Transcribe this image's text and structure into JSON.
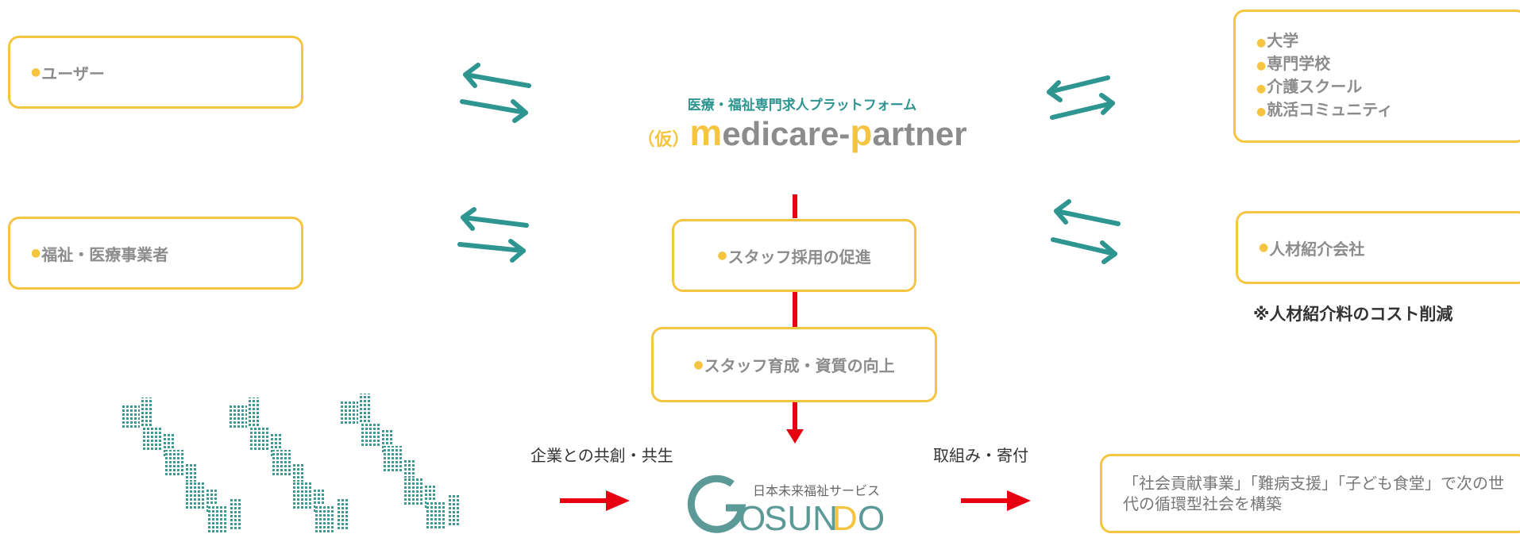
{
  "left_boxes": {
    "user": "ユーザー",
    "welfare": "福祉・医療事業者"
  },
  "center": {
    "subtitle": "医療・福祉専門求人プラットフォーム",
    "prefix": "（仮）",
    "brand_m": "m",
    "brand_mid": "edicare-",
    "brand_p": "p",
    "brand_end": "artner",
    "promote": "スタッフ採用の促進",
    "develop": "スタッフ育成・資質の向上"
  },
  "right_boxes": {
    "schools": [
      "大学",
      "専門学校",
      "介護スクール",
      "就活コミュニティ"
    ],
    "agency": "人材紹介会社",
    "agency_note": "※人材紹介料のコスト削減"
  },
  "bottom": {
    "cocreate": "企業との共創・共生",
    "donate": "取組み・寄付",
    "gosundo_caption": "日本未来福祉サービス",
    "gosundo_logo_text": "GOSUNDO",
    "social": "「社会貢献事業」「難病支援」「子ども食堂」で次の世代の循環型社会を構築"
  },
  "colors": {
    "box_border": "#f5c542",
    "teal_arrow": "#2e9591",
    "red_arrow": "#e60012",
    "bullet": "#f5c542",
    "text_gray": "#8c8c8c"
  }
}
